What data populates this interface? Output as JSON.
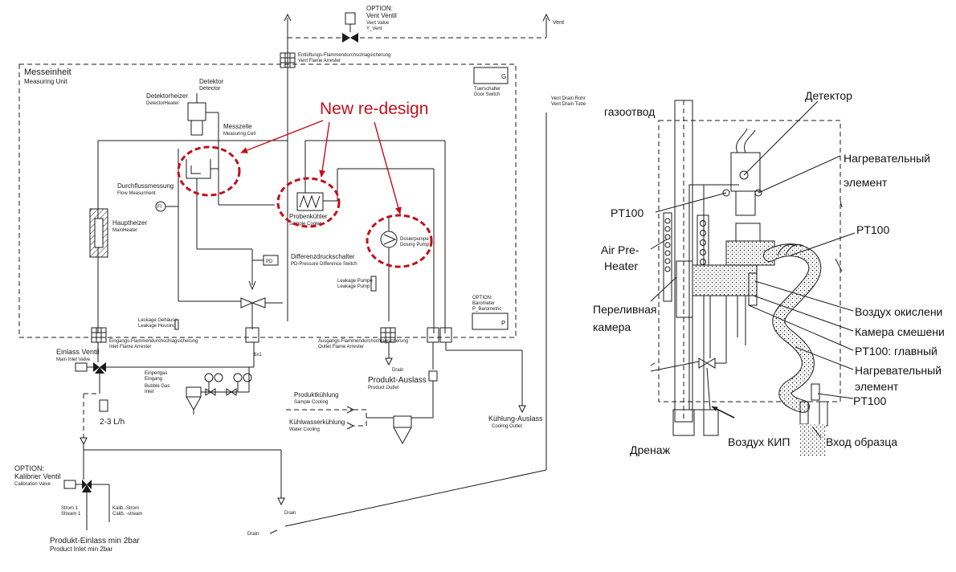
{
  "title": "New re-design",
  "colors": {
    "highlight": "#c0101a",
    "line": "#1a1a1a",
    "background": "#ffffff"
  },
  "left_diagram": {
    "option_vent": [
      "OPTION:",
      "Vent Ventil",
      "Vent Valve",
      "Y_Vent"
    ],
    "vent": "Vent",
    "vent_flame_arrester": [
      "Entlüftungs-Flammendurchschlagsicherung",
      "Vent Flame Arrester"
    ],
    "measuring_unit": [
      "Messeinheit",
      "Measuring Unit"
    ],
    "door_switch_symbol": "G",
    "door_switch": [
      "Tuerschalter",
      "Door Switch"
    ],
    "vent_drain": [
      "Vent Drain Rohr",
      "Vent Drain Tube"
    ],
    "detector": [
      "Detektor",
      "Detector"
    ],
    "detector_heater": [
      "Detektorheizer",
      "DetectorHeater"
    ],
    "measuring_cell": [
      "Messzelle",
      "Measuring Cell"
    ],
    "flow_measurement": [
      "Durchflussmessung",
      "Flow Measurment"
    ],
    "flow_symbol": "FI",
    "main_heater": [
      "Hauptheizer",
      "MainHeater"
    ],
    "sample_cooler": [
      "Probenkühler",
      "Sample Cooler"
    ],
    "dosing_pump": [
      "Dosierpumpe",
      "Dosing Pump"
    ],
    "pd_symbol": "PD",
    "pressure_switch": [
      "Differenzdruckschalter",
      "PD-Pressure Difference Switch"
    ],
    "leakage_pump": [
      "Leakage Pumpe",
      "Leakage Pump"
    ],
    "option_barometer": [
      "OPTION:",
      "Barometer",
      "P_Barometric"
    ],
    "barometer_symbol": "P",
    "leakage_housing": [
      "Leckage Gehäuse",
      "Leakage Housing"
    ],
    "inlet_flame_arrester": [
      "Eingangs-Flammendurchschlagsicherung",
      "Inlet Flame Arrester"
    ],
    "outlet_flame_arrester": [
      "Ausgangs-Flammendurchschlagsicherung",
      "Outlet Flame Arrester"
    ],
    "main_inlet_valve": [
      "Einlass Ventil",
      "Main Inlet Valve"
    ],
    "bubble_gas": [
      "Einperlgas",
      "Eingang",
      "Bubble Gas",
      "Inlet"
    ],
    "gauge_label": "6x1",
    "drain": "Drain",
    "product_outlet": [
      "Produkt-Auslass",
      "Product Outlet"
    ],
    "sample_cooling": [
      "Produktkühlung",
      "Sample Cooling"
    ],
    "water_cooling": [
      "Kühlwasserkühlung",
      "Water Cooling"
    ],
    "cooling_outlet": [
      "Kühlung-Auslass",
      "Cooling Outlet"
    ],
    "flow_rate": "2-3 L/h",
    "option_calibration": [
      "OPTION:",
      "Kalibrier Ventil",
      "Calibration Valve"
    ],
    "stream1": [
      "Strom 1",
      "Stream 1"
    ],
    "calib_stream": [
      "Kalib.-Strom",
      "Calib. -stream"
    ],
    "product_inlet": [
      "Produkt-Einlass min 2bar",
      "Product Inlet min 2bar"
    ]
  },
  "right_diagram": {
    "labels": {
      "gas_outlet": "газоотвод",
      "detector": "Детектор",
      "heating_element_1a": "Нагревательный",
      "heating_element_1b": "элемент",
      "pt100_left": "PT100",
      "pt100_right": "PT100",
      "air_preheater_a": "Air Pre-",
      "air_preheater_b": "Heater",
      "overflow_a": "Переливная",
      "overflow_b": "камера",
      "oxidation_air": "Воздух окислени",
      "mixing_chamber": "Камера смешени",
      "pt100_main": "PT100: главный",
      "heating_element_2a": "Нагревательный",
      "heating_element_2b": "элемент",
      "pt100_bottom": "PT100",
      "drainage": "Дренаж",
      "instrument_air": "Воздух КИП",
      "sample_inlet": "Вход образца"
    }
  }
}
